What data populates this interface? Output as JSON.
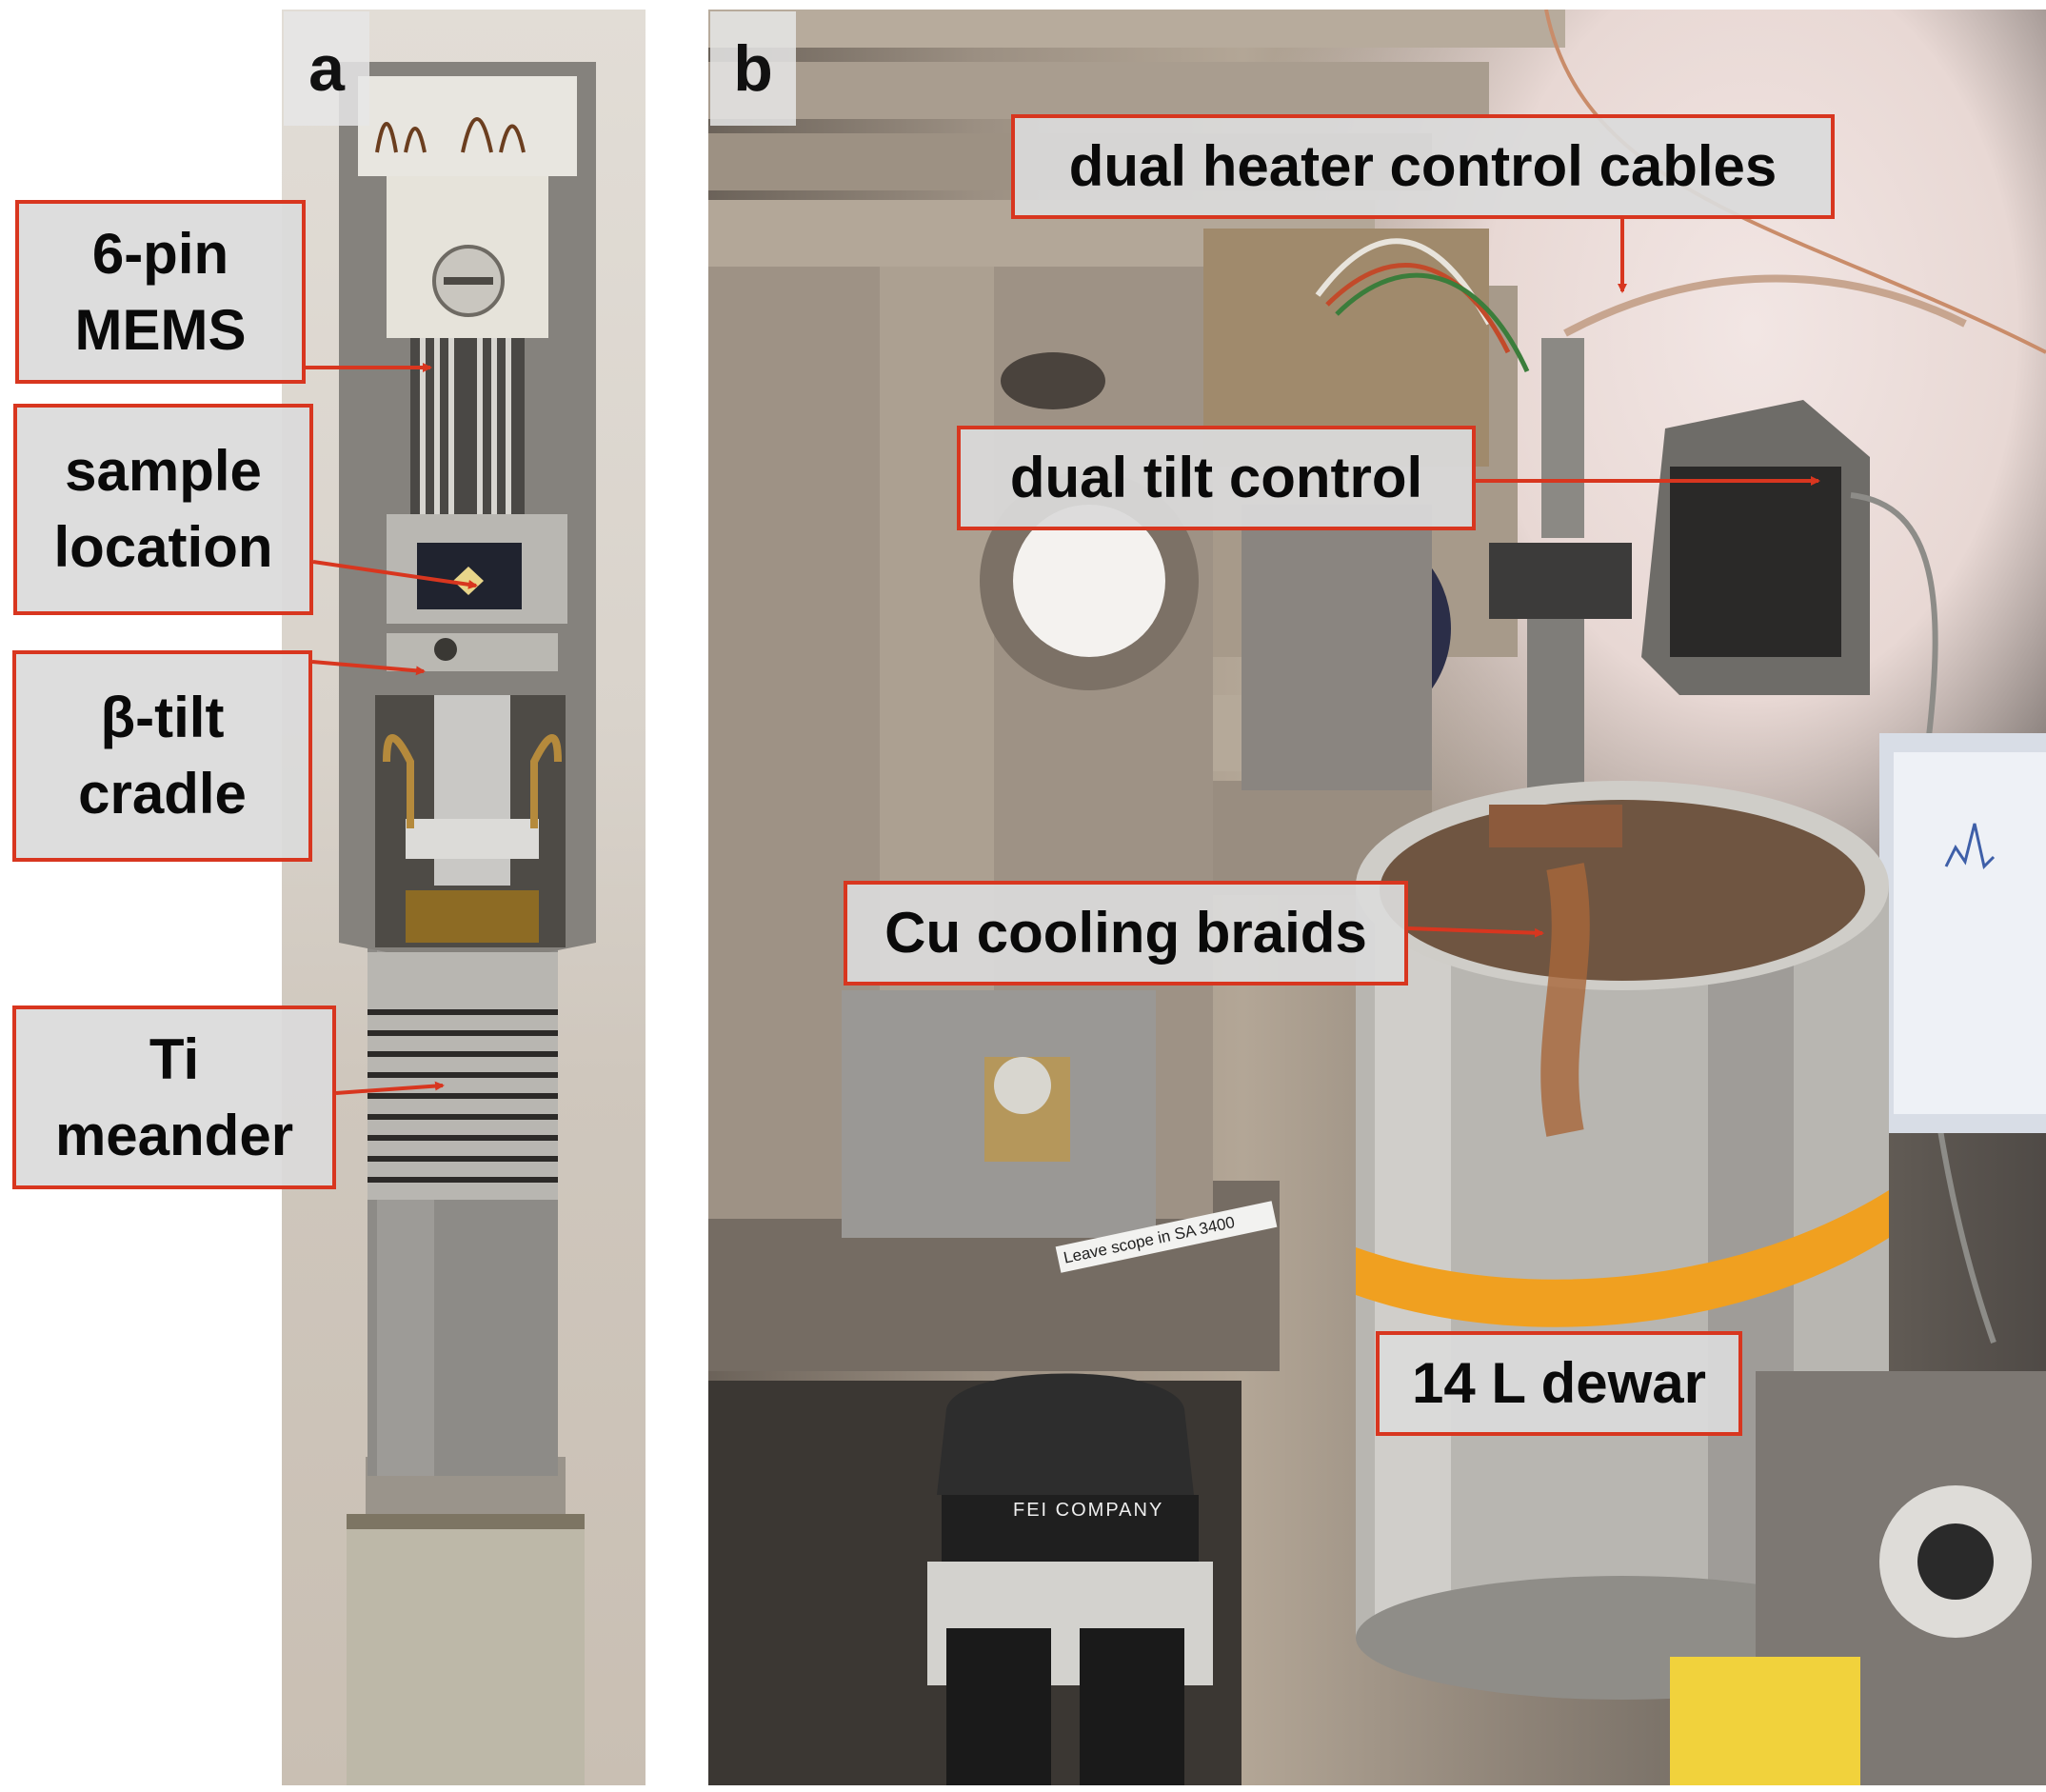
{
  "panels": {
    "a": {
      "letter": "a"
    },
    "b": {
      "letter": "b"
    }
  },
  "labels": {
    "mems": [
      "6-pin",
      "MEMS"
    ],
    "sample": [
      "sample",
      "location"
    ],
    "cradle": [
      "β-tilt",
      "cradle"
    ],
    "meander": [
      "Ti",
      "meander"
    ],
    "heater": "dual heater control cables",
    "tilt": "dual tilt control",
    "braids": "Cu cooling braids",
    "dewar": "14 L dewar"
  },
  "photo_text": {
    "fei": "FEI COMPANY",
    "sticker": "Leave scope in SA 3400"
  },
  "colors": {
    "label_border": "#d8361f",
    "label_fill": "#dadada",
    "arrow": "#d8361f",
    "dewar_stripe": "#f0a020"
  }
}
